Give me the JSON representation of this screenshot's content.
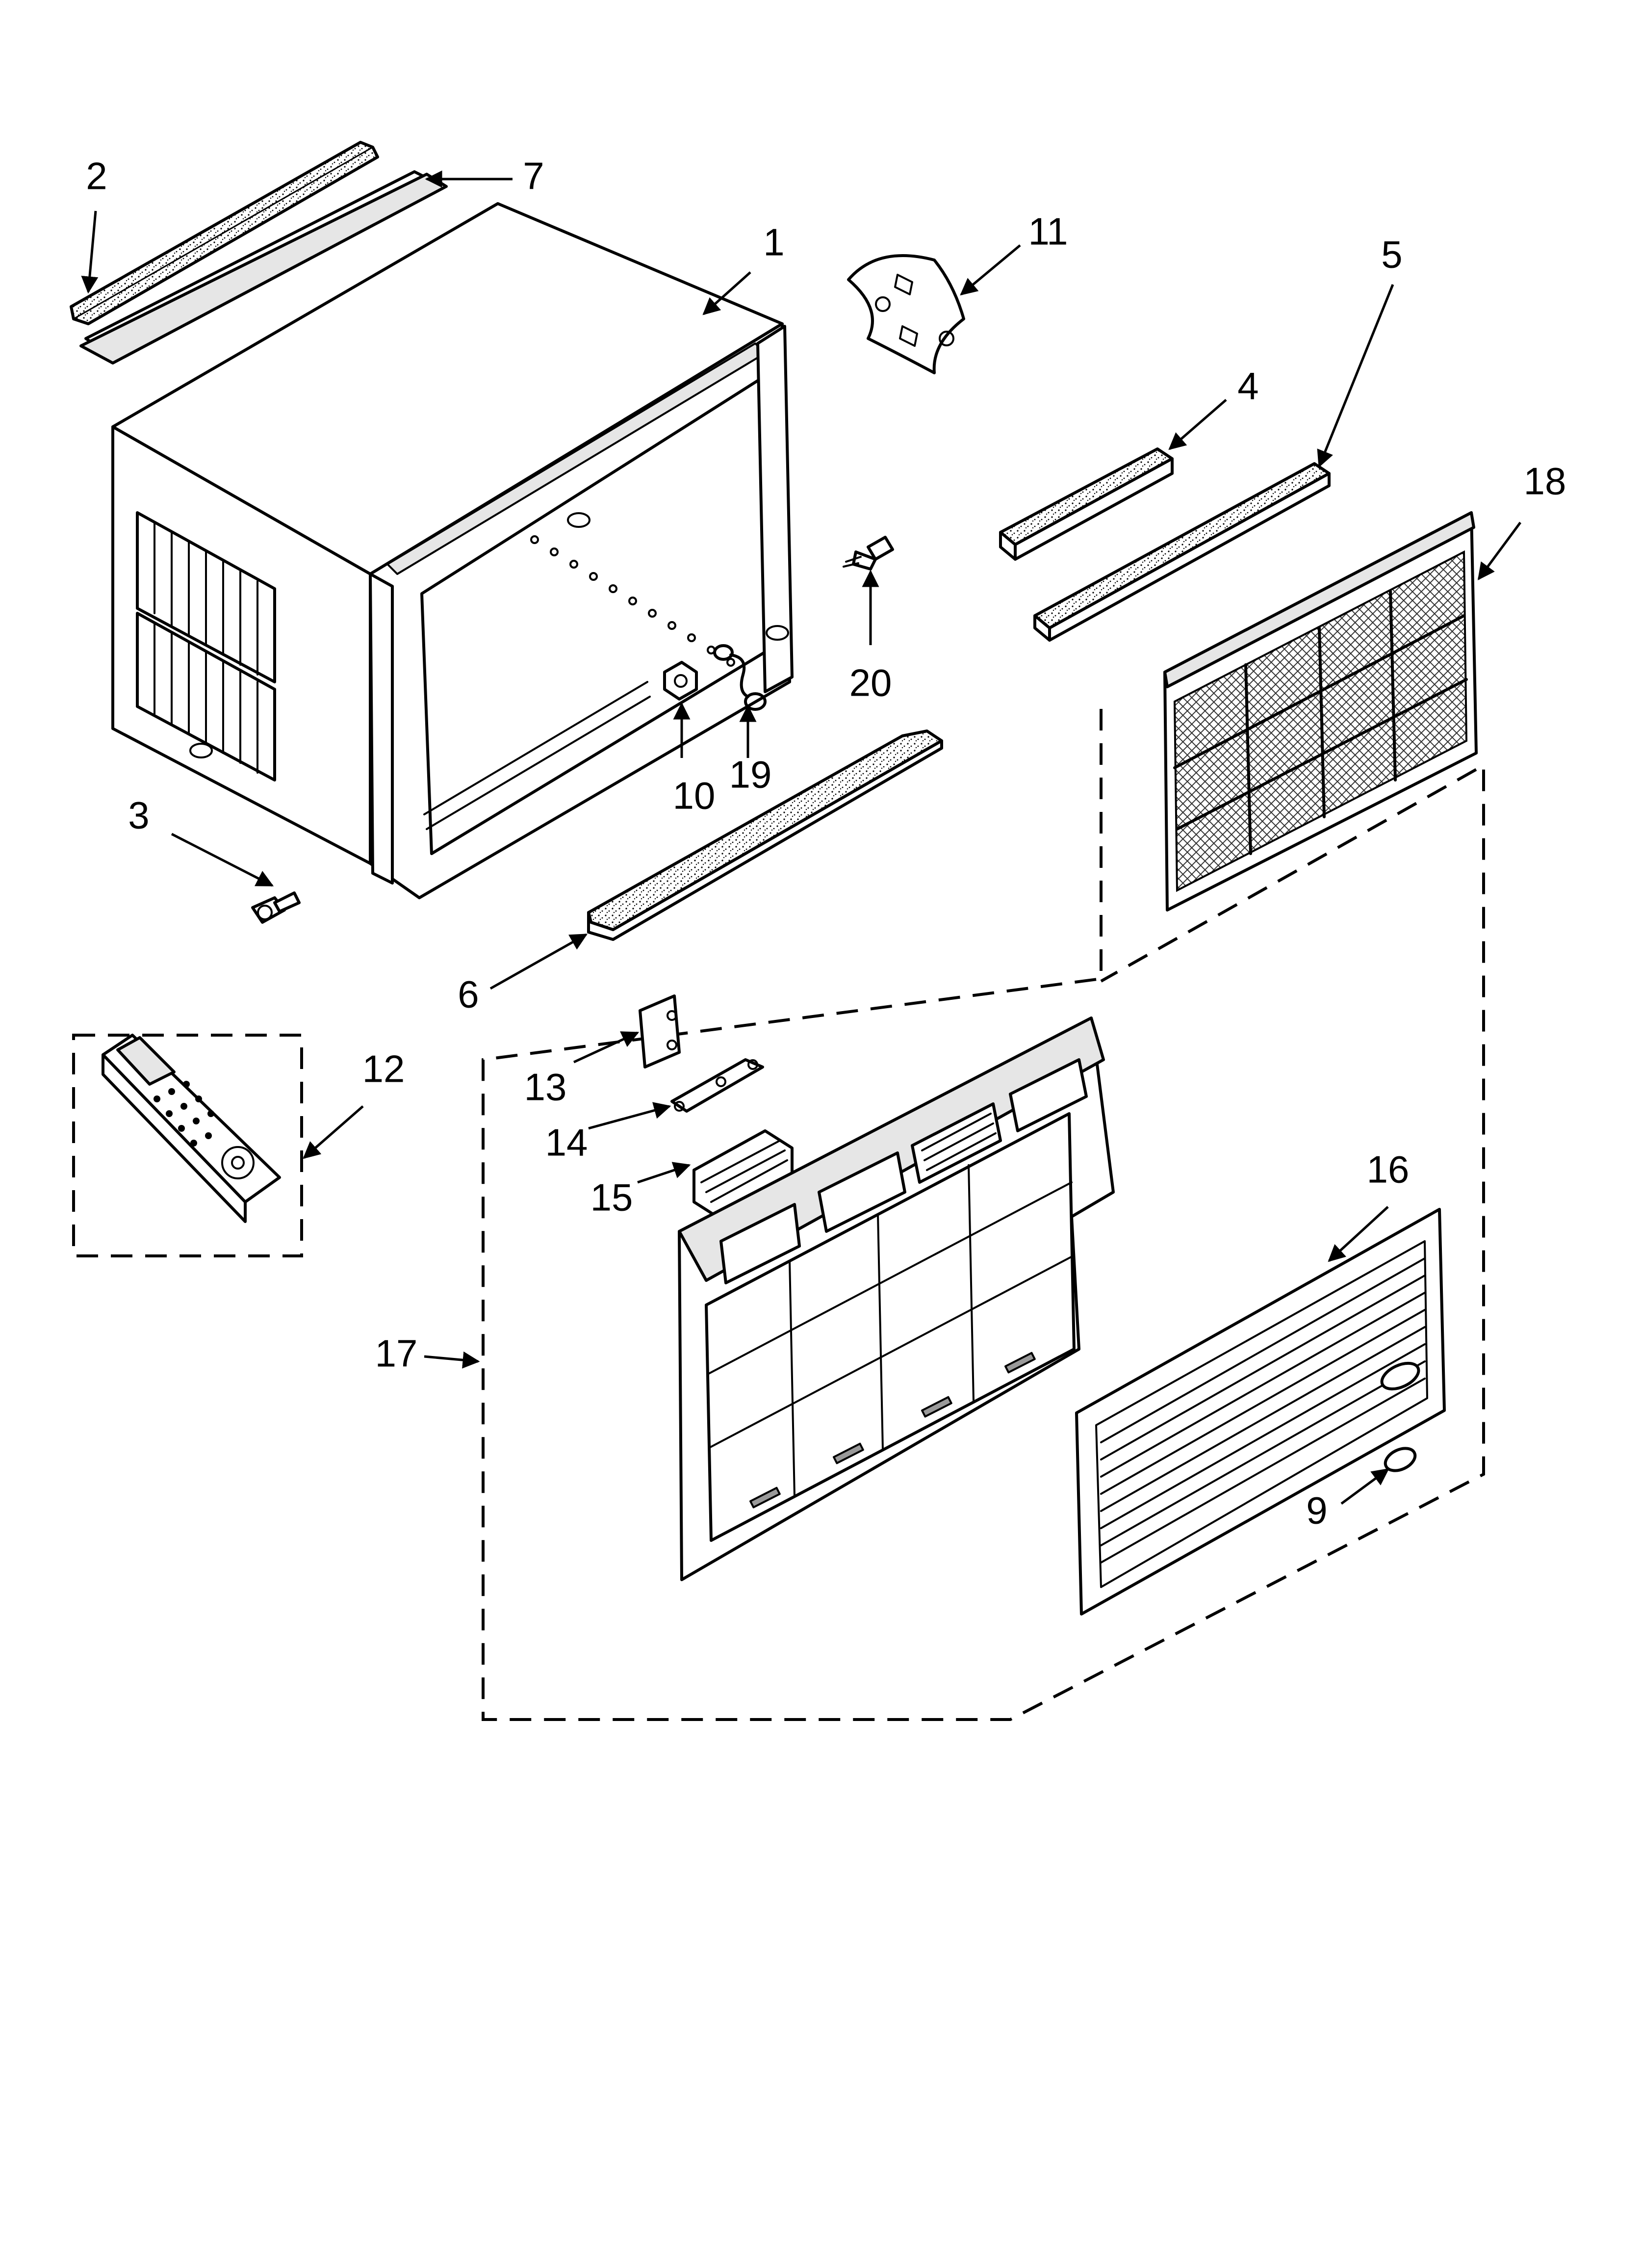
{
  "diagram": {
    "callouts": [
      {
        "id": "1",
        "label": "1"
      },
      {
        "id": "2",
        "label": "2"
      },
      {
        "id": "3",
        "label": "3"
      },
      {
        "id": "4",
        "label": "4"
      },
      {
        "id": "5",
        "label": "5"
      },
      {
        "id": "6",
        "label": "6"
      },
      {
        "id": "7",
        "label": "7"
      },
      {
        "id": "9",
        "label": "9"
      },
      {
        "id": "10",
        "label": "10"
      },
      {
        "id": "11",
        "label": "11"
      },
      {
        "id": "12",
        "label": "12"
      },
      {
        "id": "13",
        "label": "13"
      },
      {
        "id": "14",
        "label": "14"
      },
      {
        "id": "15",
        "label": "15"
      },
      {
        "id": "16",
        "label": "16"
      },
      {
        "id": "17",
        "label": "17"
      },
      {
        "id": "18",
        "label": "18"
      },
      {
        "id": "19",
        "label": "19"
      },
      {
        "id": "20",
        "label": "20"
      }
    ]
  }
}
